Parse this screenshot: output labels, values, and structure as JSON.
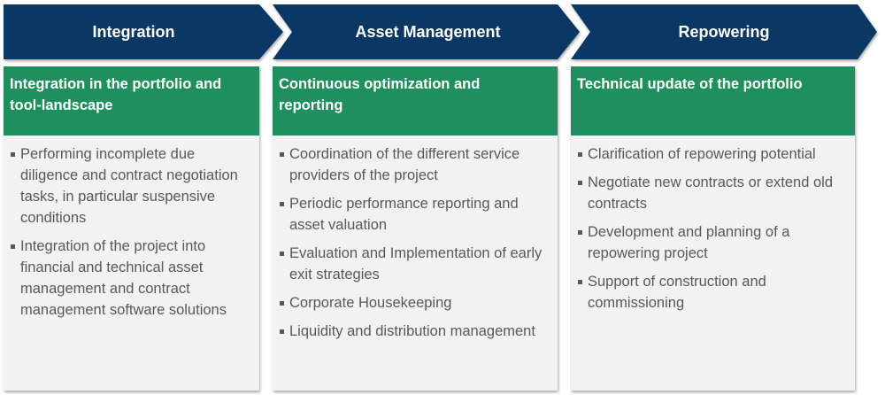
{
  "colors": {
    "chevron": "#0b3764",
    "header": "#1f8f5f",
    "body_bg": "#f2f2f2",
    "body_text": "#595959"
  },
  "stages": [
    {
      "title": "Integration",
      "header": "Integration in the portfolio and tool-landscape",
      "bullets": [
        "Performing incomplete due diligence and contract negotiation tasks, in particular suspensive conditions",
        "Integration of the project into financial and technical asset management and contract management software solutions"
      ]
    },
    {
      "title": "Asset Management",
      "header": "Continuous optimization and reporting",
      "bullets": [
        "Coordination of the different service providers of the project",
        "Periodic performance reporting and asset valuation",
        "Evaluation and Implementation of early exit strategies",
        "Corporate Housekeeping",
        "Liquidity and distribution management"
      ]
    },
    {
      "title": "Repowering",
      "header": "Technical update of the portfolio",
      "bullets": [
        "Clarification of repowering potential",
        "Negotiate new contracts or extend old contracts",
        "Development and planning of a repowering project",
        "Support of construction and commissioning"
      ]
    }
  ]
}
